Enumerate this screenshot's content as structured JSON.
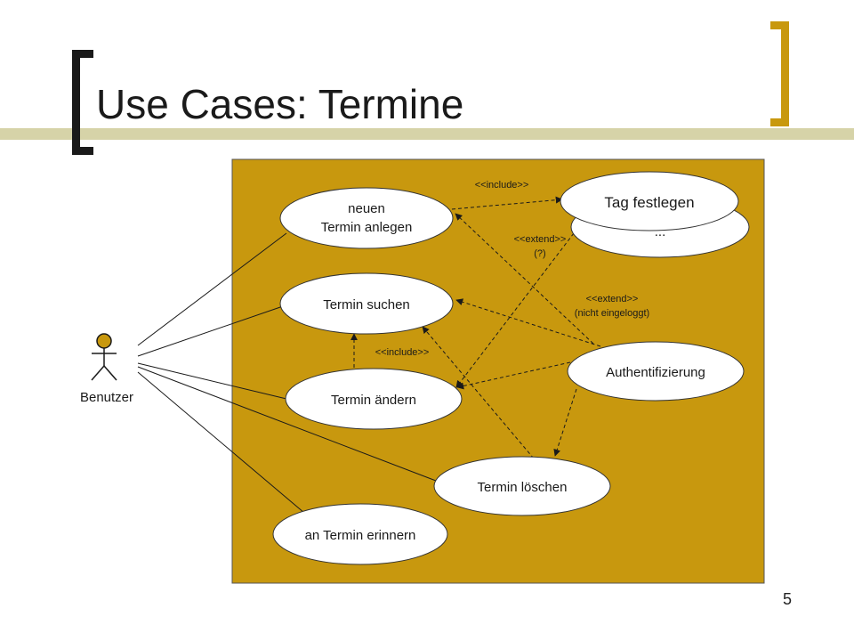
{
  "slide": {
    "title": "Use Cases: Termine",
    "page_number": "5"
  },
  "colors": {
    "system_boundary": "#c8980e",
    "accent_bracket": "#c8980e",
    "dark_bracket": "#1a1a1a",
    "title_band": "#d6d3a8",
    "use_case_fill": "#ffffff",
    "actor_head": "#c8980e"
  },
  "diagram": {
    "actor": {
      "label": "Benutzer",
      "icon": "stick-figure-icon"
    },
    "use_cases": {
      "neuen_termin_anlegen": [
        "neuen",
        "Termin anlegen"
      ],
      "termin_suchen": "Termin suchen",
      "termin_aendern": "Termin ändern",
      "termin_loeschen": "Termin löschen",
      "an_termin_erinnern": "an Termin erinnern",
      "authentifizierung": "Authentifizierung",
      "tag_festlegen": "Tag festlegen",
      "hidden_behind": "..."
    },
    "stereotypes": {
      "include_top": "<<include>>",
      "extend_top": "<<extend>>",
      "extend_top_note": "(?)",
      "extend_mid": "<<extend>>",
      "extend_mid_note": "(nicht eingeloggt)",
      "include_mid": "<<include>>"
    }
  }
}
